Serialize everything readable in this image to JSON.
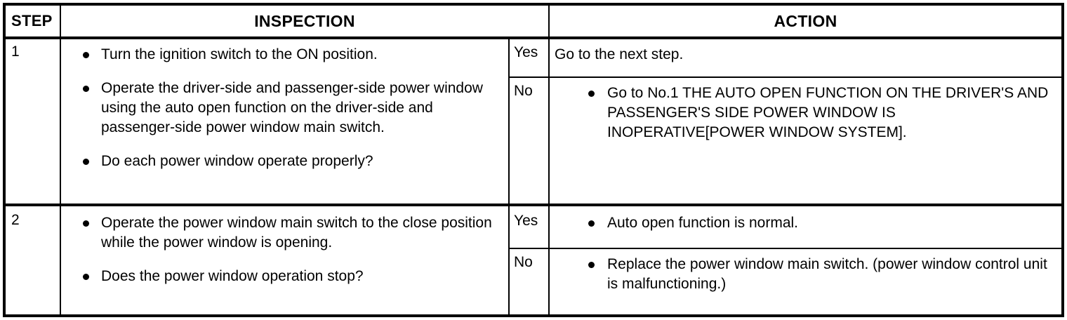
{
  "table": {
    "headers": {
      "step": "STEP",
      "inspection": "INSPECTION",
      "action": "ACTION"
    },
    "labels": {
      "yes": "Yes",
      "no": "No"
    },
    "rows": [
      {
        "step": "1",
        "inspection": [
          "Turn the ignition switch to the ON position.",
          "Operate the driver-side and passenger-side power window using the auto open function on the driver-side and passenger-side power window main switch.",
          "Do each power window operate properly?"
        ],
        "yes_label": "Yes",
        "yes_action_plain": "Go to the next step.",
        "no_label": "No",
        "no_action": [
          "Go to No.1 THE AUTO OPEN FUNCTION ON THE DRIVER'S AND PASSENGER'S SIDE POWER WINDOW IS INOPERATIVE[POWER WINDOW SYSTEM]."
        ]
      },
      {
        "step": "2",
        "inspection": [
          "Operate the power window main switch to the close position while the power window is opening.",
          "Does the power window operation stop?"
        ],
        "yes_label": "Yes",
        "yes_action": [
          "Auto open function is normal."
        ],
        "no_label": "No",
        "no_action": [
          "Replace the power window main switch. (power window control unit is malfunctioning.)"
        ]
      }
    ]
  }
}
